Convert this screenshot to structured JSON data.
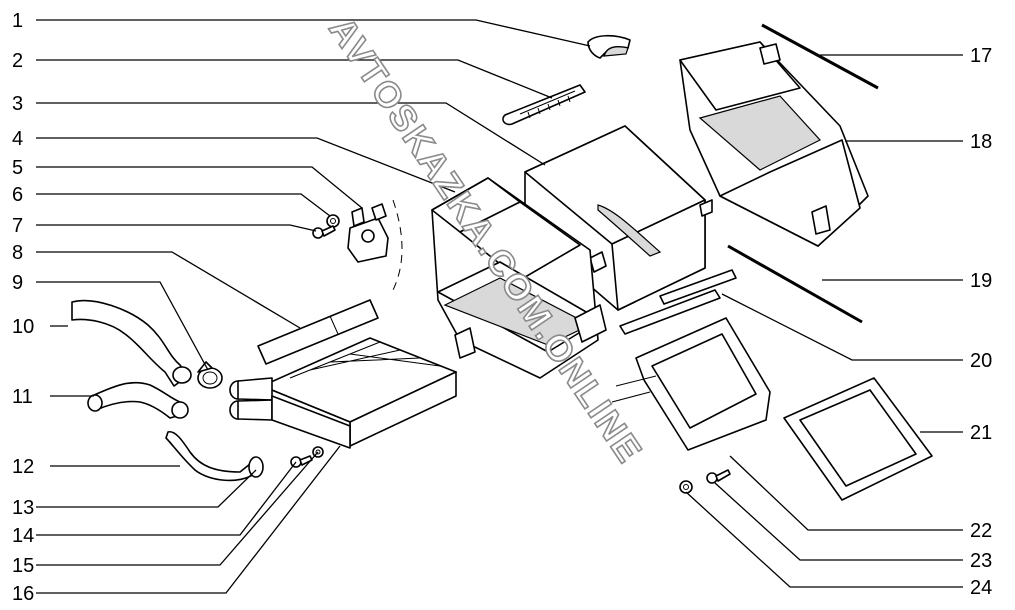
{
  "watermark": "AVTOSKAZKA.COM.ONLINE",
  "callouts": {
    "c1": "1",
    "c2": "2",
    "c3": "3",
    "c4": "4",
    "c5": "5",
    "c6": "6",
    "c7": "7",
    "c8": "8",
    "c9": "9",
    "c10": "10",
    "c11": "11",
    "c12": "12",
    "c13": "13",
    "c14": "14",
    "c15": "15",
    "c16": "16",
    "c17": "17",
    "c18": "18",
    "c19": "19",
    "c20": "20",
    "c21": "21",
    "c22": "22",
    "c23": "23",
    "c24": "24"
  }
}
